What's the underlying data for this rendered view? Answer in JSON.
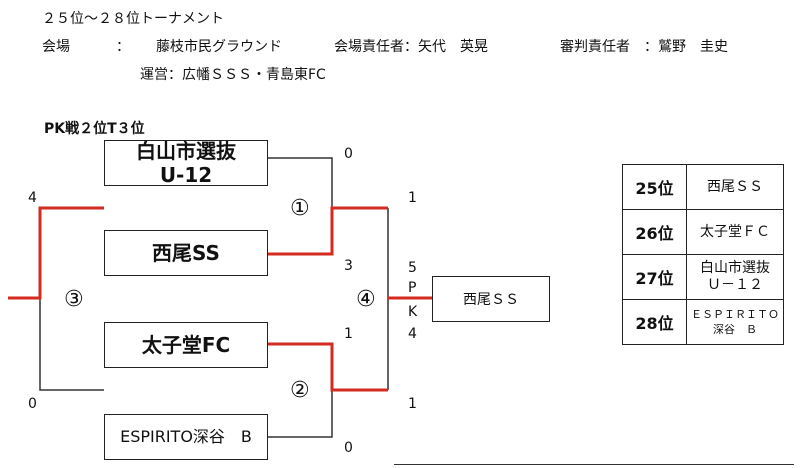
{
  "header": {
    "title": "２５位～２８位トーナメント",
    "venue_label": "会場",
    "venue_sep": "：",
    "venue": "藤枝市民グラウンド",
    "venue_manager": "会場責任者：矢代　英晃",
    "referee_manager": "審判責任者　：鷲野　圭史",
    "organizer": "運営：広幡ＳＳＳ・青島東FC"
  },
  "bracket": {
    "note": "PK戦２位T３位",
    "teams": [
      {
        "line1": "白山市選抜",
        "line2": "U-12"
      },
      {
        "line1": "西尾SS"
      },
      {
        "line1": "太子堂FC"
      },
      {
        "line1": "ESPIRITO深谷　B"
      }
    ],
    "match_labels": {
      "m1": "①",
      "m2": "②",
      "m3": "③",
      "m4": "④"
    },
    "scores": {
      "m1_top": "0",
      "m1_bottom": "3",
      "m2_top": "1",
      "m2_bottom": "0",
      "m4_top": "1",
      "m4_bottom": "1",
      "m3_top": "4",
      "m3_bottom": "0",
      "pk_top": "5",
      "pk_p": "P",
      "pk_k": "K",
      "pk_bottom": "4"
    },
    "winner": "西尾ＳＳ",
    "colors": {
      "winner_line": "#d42a20",
      "line": "#333333"
    }
  },
  "ranking": [
    {
      "place": "25位",
      "team": "西尾ＳＳ"
    },
    {
      "place": "26位",
      "team": "太子堂ＦＣ"
    },
    {
      "place": "27位",
      "team_line1": "白山市選抜",
      "team_line2": "Ｕ－１２"
    },
    {
      "place": "28位",
      "team_line1": "ＥＳＰＩＲＩＴＯ",
      "team_line2": "深谷　Ｂ"
    }
  ]
}
